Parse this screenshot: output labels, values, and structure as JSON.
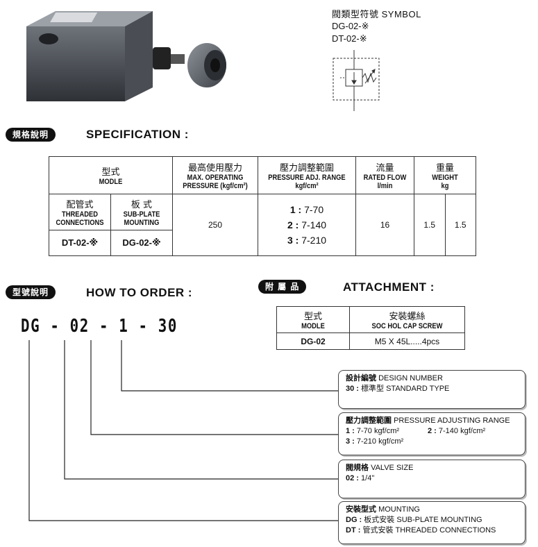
{
  "symbol": {
    "title": "閥類型符號 SYMBOL",
    "models": [
      "DG-02-※",
      "DT-02-※"
    ]
  },
  "specification": {
    "tag": "規格說明",
    "title": "SPECIFICATION :",
    "headers": {
      "model_zh": "型式",
      "model_en": "MODLE",
      "pressure_zh": "最高使用壓力",
      "pressure_en1": "MAX. OPERATING",
      "pressure_en2": "PRESSURE (kgf/cm²)",
      "range_zh": "壓力調整範圍",
      "range_en1": "PRESSURE ADJ. RANGE",
      "range_en2": "kgf/cm²",
      "flow_zh": "流量",
      "flow_en1": "RATED FLOW",
      "flow_en2": "l/min",
      "weight_zh": "重量",
      "weight_en1": "WEIGHT",
      "weight_en2": "kg",
      "threaded_zh": "配管式",
      "threaded_en1": "THREADED",
      "threaded_en2": "CONNECTIONS",
      "subplate_zh": "板 式",
      "subplate_en1": "SUB-PLATE",
      "subplate_en2": "MOUNTING"
    },
    "models": {
      "threaded": "DT-02-※",
      "subplate": "DG-02-※"
    },
    "max_pressure": "250",
    "ranges": [
      {
        "code": "1 :",
        "value": "7-70"
      },
      {
        "code": "2 :",
        "value": "7-140"
      },
      {
        "code": "3 :",
        "value": "7-210"
      }
    ],
    "rated_flow": "16",
    "weights": [
      "1.5",
      "1.5"
    ]
  },
  "attachment": {
    "tag": "附 屬 品",
    "title": "ATTACHMENT :",
    "model_zh": "型式",
    "model_en": "MODLE",
    "screw_zh": "安裝螺絲",
    "screw_en": "SOC HOL CAP SCREW",
    "model": "DG-02",
    "screw": "M5 X 45L.....4pcs"
  },
  "order": {
    "tag": "型號說明",
    "title": "HOW TO ORDER :",
    "code": "DG - 02 - 1 - 30",
    "design": {
      "zh": "設計編號",
      "en": "DESIGN NUMBER",
      "line_code": "30 :",
      "line_zh": "標準型",
      "line_en": "STANDARD TYPE"
    },
    "pressure": {
      "zh": "壓力調整範圍",
      "en": "PRESSURE ADJUSTING RANGE",
      "opt1": "1 :",
      "opt1_val": "7-70 kgf/cm²",
      "opt2": "2 :",
      "opt2_val": "7-140 kgf/cm²",
      "opt3": "3 :",
      "opt3_val": "7-210 kgf/cm²"
    },
    "size": {
      "zh": "閥規格",
      "en": "VALVE SIZE",
      "line_code": "02 :",
      "line_val": "1/4\""
    },
    "mounting": {
      "zh": "安裝型式",
      "en": "MOUNTING",
      "dg_code": "DG :",
      "dg_zh": "板式安裝",
      "dg_en": "SUB-PLATE MOUNTING",
      "dt_code": "DT :",
      "dt_zh": "管式安裝",
      "dt_en": "THREADED CONNECTIONS"
    }
  }
}
